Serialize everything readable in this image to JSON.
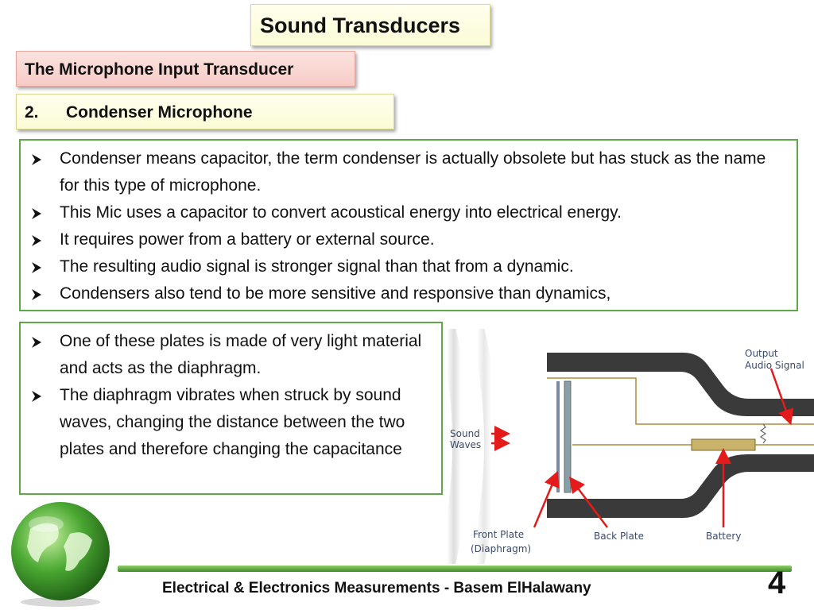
{
  "title": "Sound Transducers",
  "subtitle": "The Microphone Input Transducer",
  "section": {
    "number": "2.",
    "label": "Condenser Microphone"
  },
  "bullets_top": [
    "Condenser means capacitor, the term condenser is actually obsolete but has stuck as the name for this type of microphone.",
    "This Mic uses a capacitor to convert acoustical energy into electrical energy.",
    "It requires power from a battery or external source.",
    "The resulting audio signal is stronger signal than that from a dynamic.",
    "Condensers also tend to be more sensitive and responsive than dynamics,"
  ],
  "bullets_bottom": [
    "One of these plates is made of very light material and acts as the diaphragm.",
    "The diaphragm vibrates when struck by sound waves, changing the distance between the two plates and therefore changing the capacitance"
  ],
  "diagram": {
    "output_label_1": "Output",
    "output_label_2": "Audio Signal",
    "sound_label_1": "Sound",
    "sound_label_2": "Waves",
    "front_plate_1": "Front Plate",
    "front_plate_2": "(Diaphragm)",
    "back_plate": "Back Plate",
    "battery": "Battery"
  },
  "footer": {
    "text": "Electrical & Electronics Measurements - Basem ElHalawany",
    "page_number": "4"
  },
  "colors": {
    "green_border": "#5fa84a",
    "title_fill": "#fbfbd6",
    "subtitle_fill": "#f7cbc6",
    "arrow_red": "#e31b1b"
  }
}
